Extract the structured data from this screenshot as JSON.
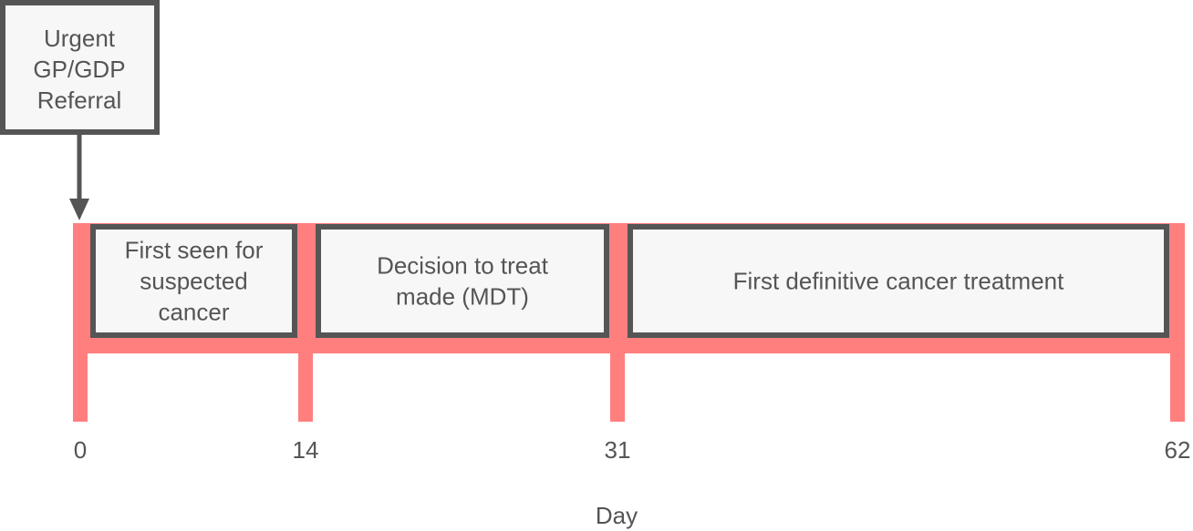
{
  "referral": {
    "lines": [
      "Urgent",
      "GP/GDP",
      "Referral"
    ]
  },
  "timeline": {
    "axis_label": "Day",
    "ticks": [
      0,
      14,
      31,
      62
    ],
    "bar_color": "#ff7f7f",
    "box_fill": "#f7f7f7",
    "box_stroke": "#555555"
  },
  "stages": [
    {
      "from": 0,
      "to": 14,
      "lines": [
        "First seen for",
        "suspected",
        "cancer"
      ]
    },
    {
      "from": 14,
      "to": 31,
      "lines": [
        "Decision to treat",
        "made (MDT)"
      ]
    },
    {
      "from": 31,
      "to": 62,
      "lines": [
        "First definitive cancer treatment"
      ]
    }
  ]
}
